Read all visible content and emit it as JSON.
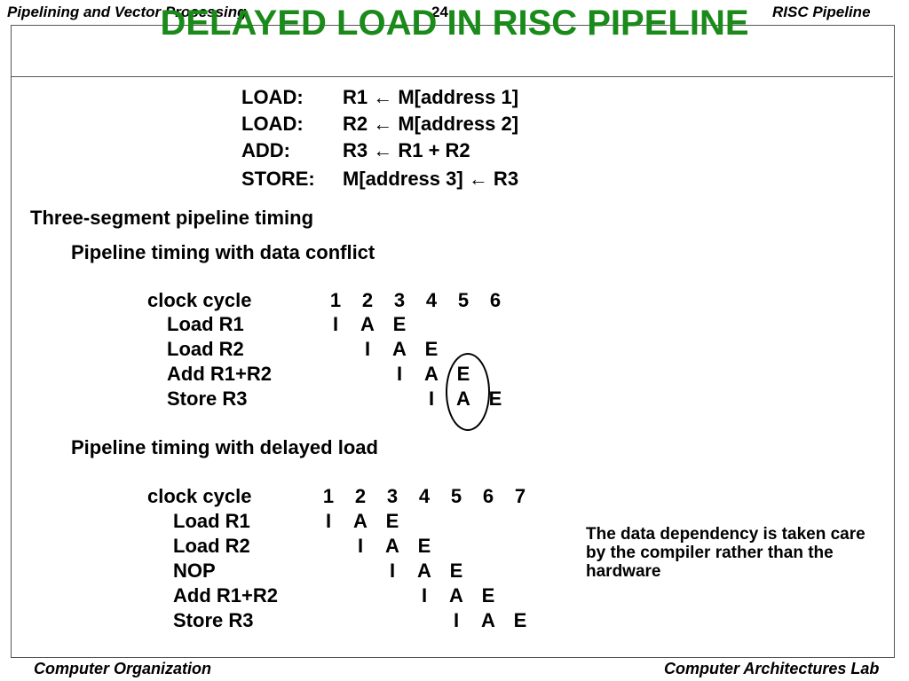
{
  "header": {
    "left": "Pipelining and Vector Processing",
    "page_number": "24",
    "right": "RISC Pipeline"
  },
  "slide_title": "DELAYED  LOAD IN RISC PIPELINE",
  "code": [
    {
      "op": "LOAD:",
      "expr": "R1 ← M[address 1]"
    },
    {
      "op": "LOAD:",
      "expr": "R2 ← M[address 2]"
    },
    {
      "op": "ADD:",
      "expr": "R3 ← R1 + R2"
    },
    {
      "op": "STORE:",
      "expr": "M[address 3] ← R3"
    }
  ],
  "section": "Three-segment pipeline timing",
  "conflict": {
    "heading": "Pipeline timing with data conflict",
    "clock_label": "clock cycle",
    "cycles": [
      "1",
      "2",
      "3",
      "4",
      "5",
      "6"
    ],
    "rows": [
      {
        "label": "Load  R1",
        "stages": [
          {
            "cycle": 1,
            "s": "I"
          },
          {
            "cycle": 2,
            "s": "A"
          },
          {
            "cycle": 3,
            "s": "E"
          }
        ]
      },
      {
        "label": "Load  R2",
        "stages": [
          {
            "cycle": 2,
            "s": "I"
          },
          {
            "cycle": 3,
            "s": "A"
          },
          {
            "cycle": 4,
            "s": "E"
          }
        ]
      },
      {
        "label": "Add   R1+R2",
        "stages": [
          {
            "cycle": 3,
            "s": "I"
          },
          {
            "cycle": 4,
            "s": "A"
          },
          {
            "cycle": 5,
            "s": "E"
          }
        ]
      },
      {
        "label": "Store  R3",
        "stages": [
          {
            "cycle": 4,
            "s": "I"
          },
          {
            "cycle": 5,
            "s": "A"
          },
          {
            "cycle": 6,
            "s": "E"
          }
        ]
      }
    ]
  },
  "delayed": {
    "heading": "Pipeline timing with delayed load",
    "clock_label": "clock cycle",
    "cycles": [
      "1",
      "2",
      "3",
      "4",
      "5",
      "6",
      "7"
    ],
    "rows": [
      {
        "label": "Load   R1",
        "stages": [
          {
            "cycle": 1,
            "s": "I"
          },
          {
            "cycle": 2,
            "s": "A"
          },
          {
            "cycle": 3,
            "s": "E"
          }
        ]
      },
      {
        "label": "Load   R2",
        "stages": [
          {
            "cycle": 2,
            "s": "I"
          },
          {
            "cycle": 3,
            "s": "A"
          },
          {
            "cycle": 4,
            "s": "E"
          }
        ]
      },
      {
        "label": "NOP",
        "stages": [
          {
            "cycle": 3,
            "s": "I"
          },
          {
            "cycle": 4,
            "s": "A"
          },
          {
            "cycle": 5,
            "s": "E"
          }
        ]
      },
      {
        "label": "Add  R1+R2",
        "stages": [
          {
            "cycle": 4,
            "s": "I"
          },
          {
            "cycle": 5,
            "s": "A"
          },
          {
            "cycle": 6,
            "s": "E"
          }
        ]
      },
      {
        "label": "Store   R3",
        "stages": [
          {
            "cycle": 5,
            "s": "I"
          },
          {
            "cycle": 6,
            "s": "A"
          },
          {
            "cycle": 7,
            "s": "E"
          }
        ]
      }
    ]
  },
  "note": "The data dependency is taken care by the compiler rather than the hardware",
  "footer": {
    "left": "Computer Organization",
    "right": "Computer Architectures Lab"
  }
}
